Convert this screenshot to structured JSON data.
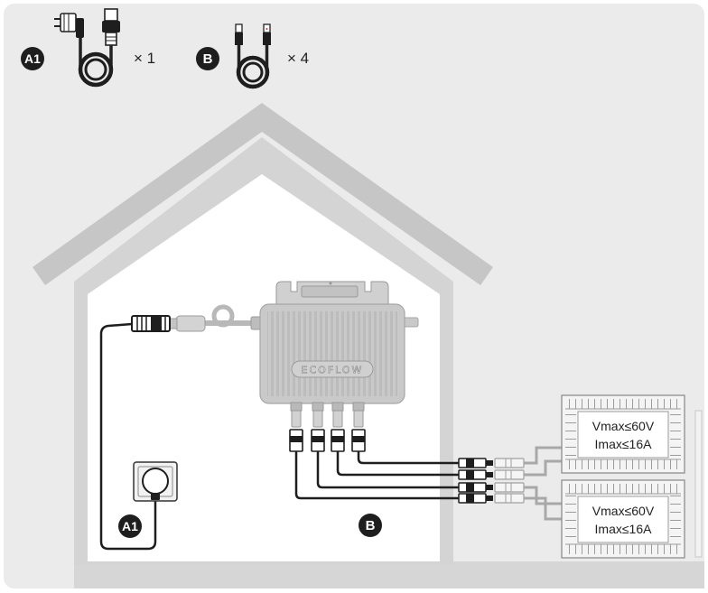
{
  "legend": {
    "a1_badge": "A1",
    "a1_quantity": "× 1",
    "b_badge": "B",
    "b_quantity": "× 4"
  },
  "inverter": {
    "brand_logo": "ECOFLOW"
  },
  "solar_panels": [
    {
      "vmax": "Vmax≤60V",
      "imax": "Imax≤16A"
    },
    {
      "vmax": "Vmax≤60V",
      "imax": "Imax≤16A"
    }
  ],
  "diagram_labels": {
    "a1_cable": "A1",
    "b_cables": "B"
  },
  "icons": [
    "schuko-plug-icon",
    "ac-connector-icon",
    "cable-coil-icon",
    "mc4-connector-icon",
    "power-socket-icon",
    "micro-inverter-icon",
    "solar-panel-icon",
    "house-icon"
  ],
  "colors": {
    "background": "#ebebeb",
    "roof": "#c6c6c6",
    "wall": "#d4d4d4",
    "interior": "#ffffff",
    "inverter": "#c9c9c9",
    "cable": "#1e1e1e",
    "panel_cable": "#a8a8a8",
    "badge": "#1e1e1e"
  }
}
